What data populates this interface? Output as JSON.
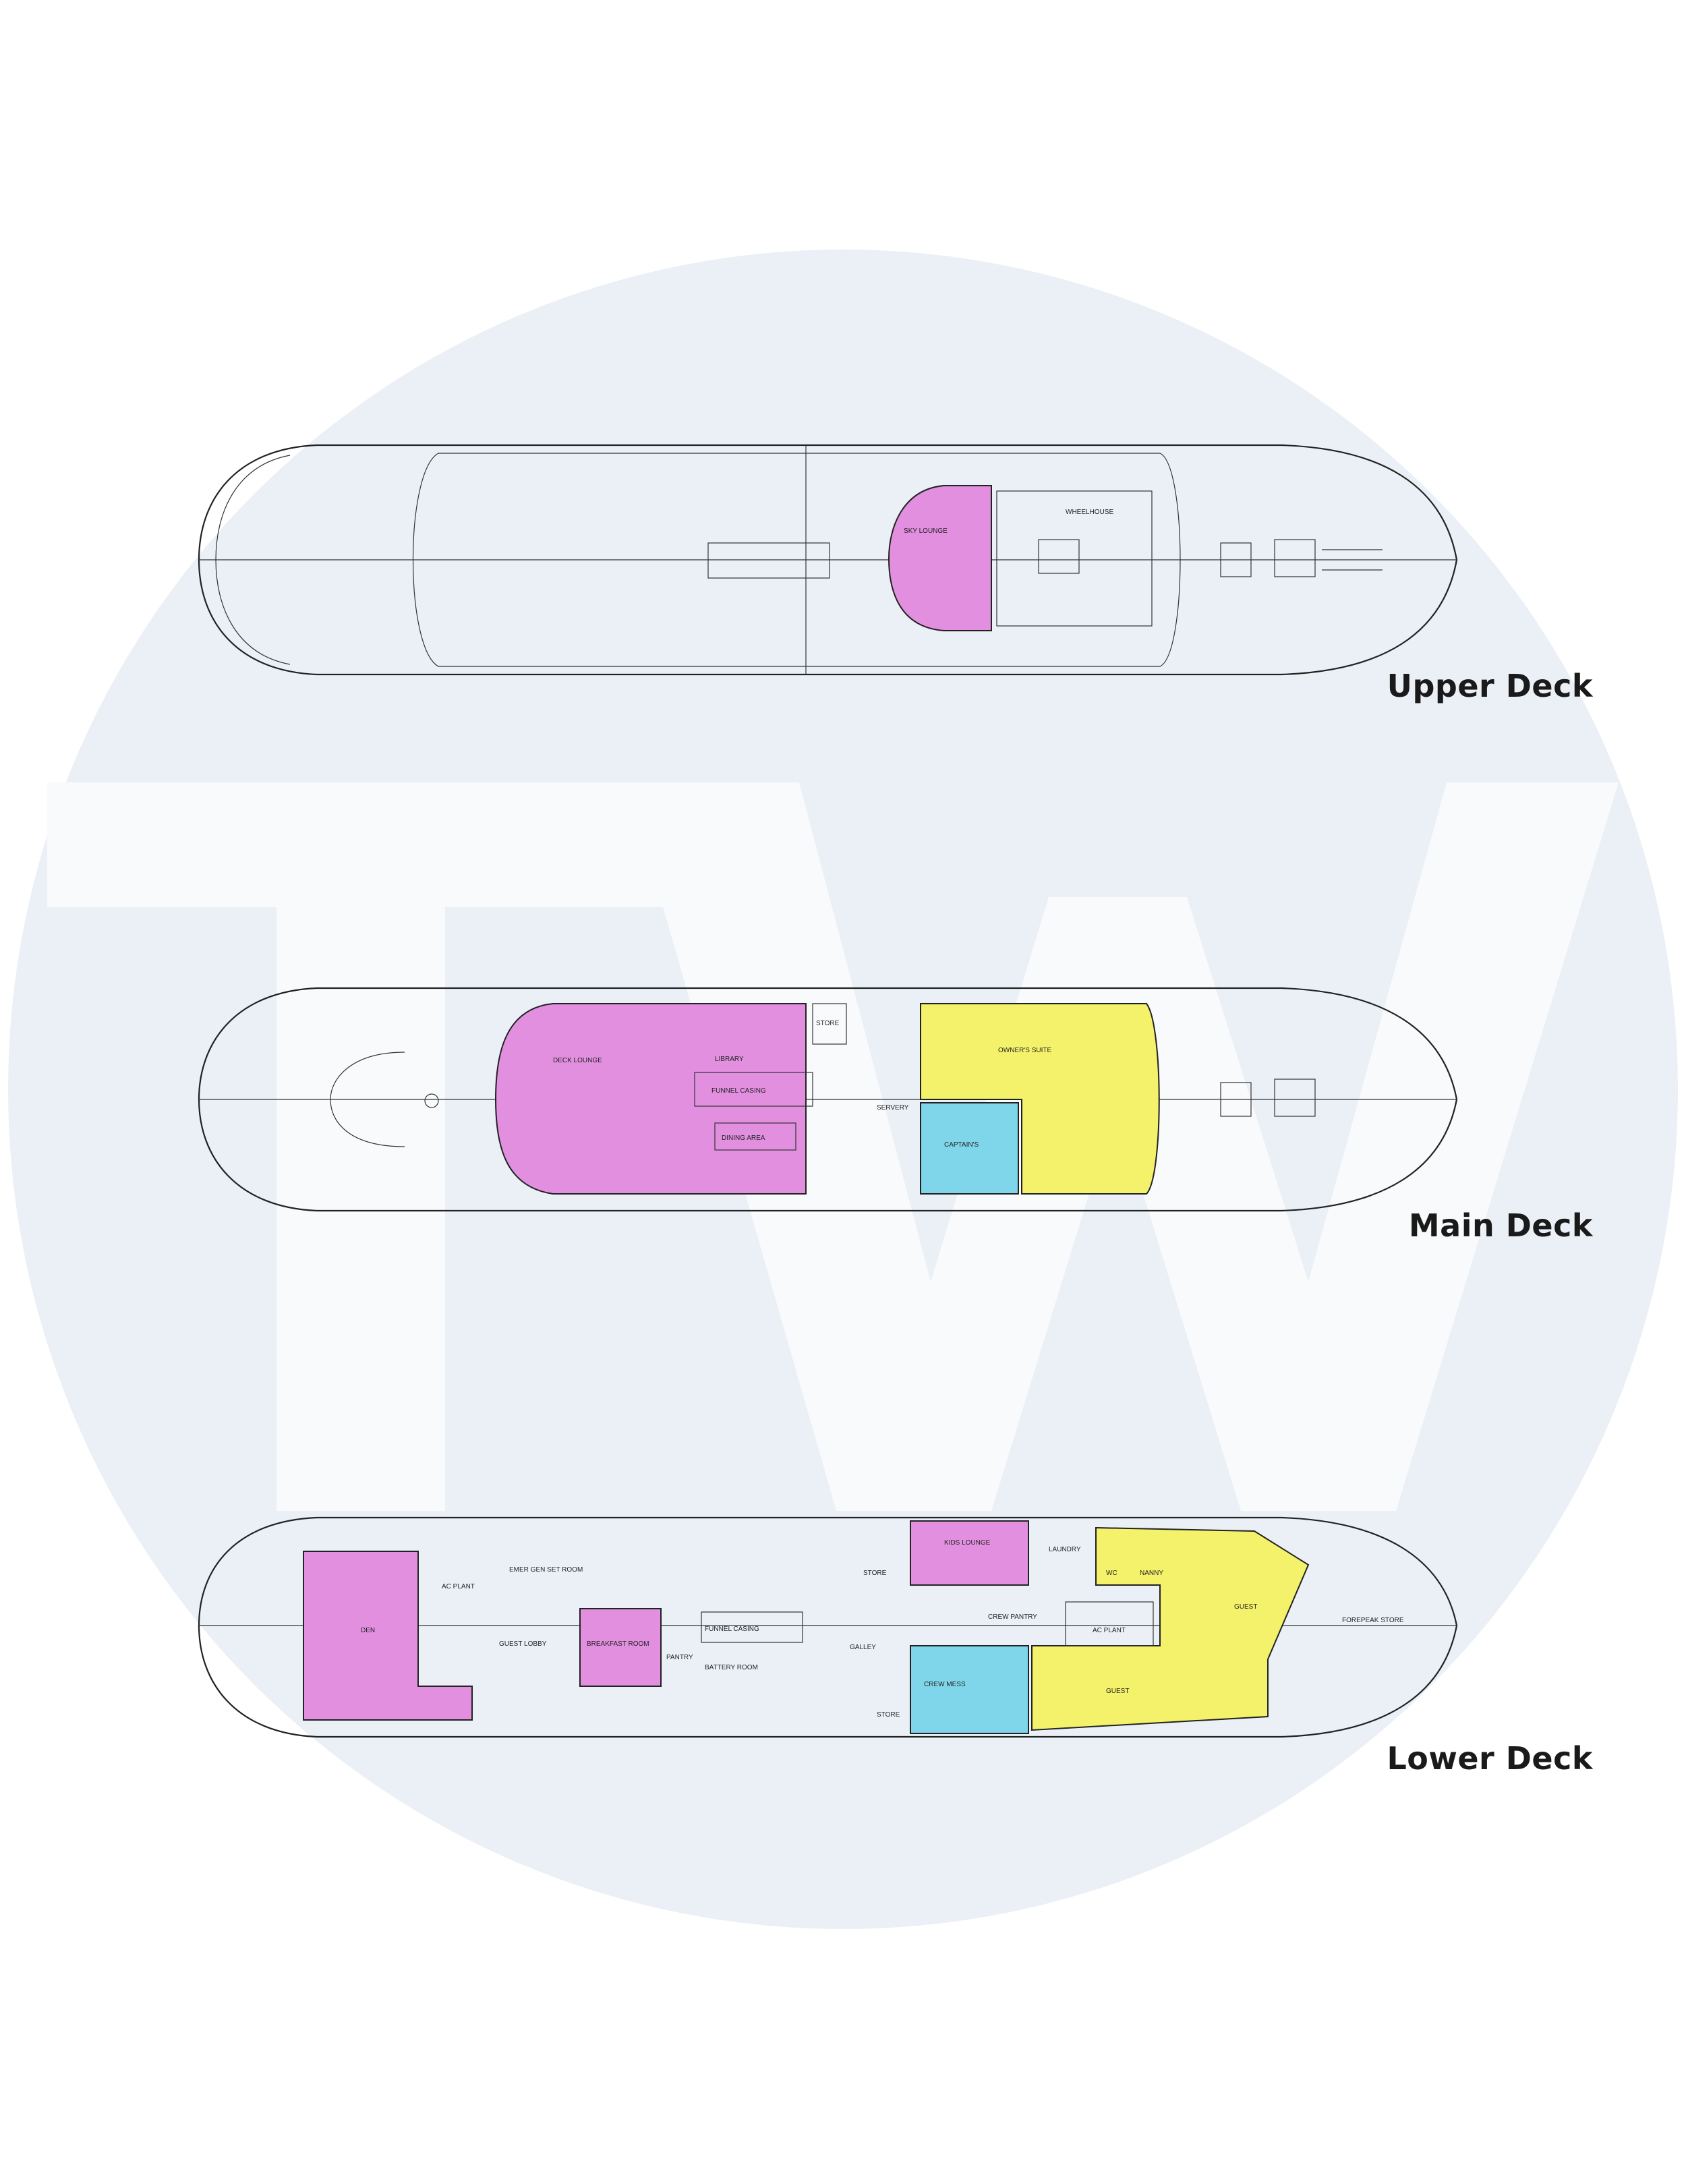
{
  "colors": {
    "background_circle": "#eaf0f6",
    "watermark": "#f8fafc",
    "guest_pink": "#e28fe0",
    "owner_yellow": "#f4f26a",
    "crew_blue": "#7fd6ea",
    "line": "#222222"
  },
  "watermark": {
    "text": "TW"
  },
  "decks": [
    {
      "key": "upper",
      "label": "Upper Deck",
      "rooms": [
        "SKY LOUNGE",
        "WHEELHOUSE"
      ]
    },
    {
      "key": "main",
      "label": "Main Deck",
      "rooms": [
        "DECK LOUNGE",
        "LIBRARY",
        "FUNNEL CASING",
        "DINING AREA",
        "STORE",
        "SERVERY",
        "CAPTAIN'S",
        "OWNER'S SUITE"
      ]
    },
    {
      "key": "lower",
      "label": "Lower Deck",
      "rooms": [
        "DEN",
        "AC PLANT",
        "EMER GEN SET ROOM",
        "GUEST LOBBY",
        "BREAKFAST ROOM",
        "PANTRY",
        "FUNNEL CASING",
        "BATTERY ROOM",
        "GALLEY",
        "STORE",
        "STORE",
        "KIDS LOUNGE",
        "CREW PANTRY",
        "CREW MESS",
        "LAUNDRY",
        "WC",
        "NANNY",
        "AC PLANT",
        "GUEST",
        "GUEST",
        "FOREPEAK STORE"
      ]
    }
  ]
}
